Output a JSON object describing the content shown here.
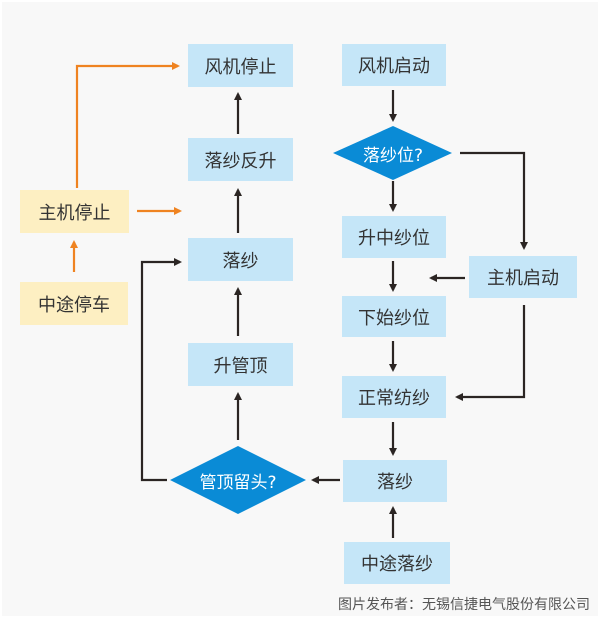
{
  "colors": {
    "process_fill": "#c5e6f8",
    "stop_fill": "#fdefc2",
    "decision_fill": "#0a8bd6",
    "arrow_dark": "#2b2523",
    "arrow_orange": "#ef8321"
  },
  "nodes": {
    "fan_stop": "风机停止",
    "doff_reverse_lift": "落纱反升",
    "doff_left": "落纱",
    "lift_tube_top": "升管顶",
    "tube_top_decision": "管顶留头?",
    "main_stop": "主机停止",
    "midway_stop": "中途停车",
    "fan_start": "风机启动",
    "doff_position_decision": "落纱位?",
    "lift_mid_position": "升中纱位",
    "main_start": "主机启动",
    "lower_start_position": "下始纱位",
    "normal_spinning": "正常纺纱",
    "doff_right": "落纱",
    "midway_doff": "中途落纱"
  },
  "caption": "图片发布者：无锡信捷电气股份有限公司"
}
